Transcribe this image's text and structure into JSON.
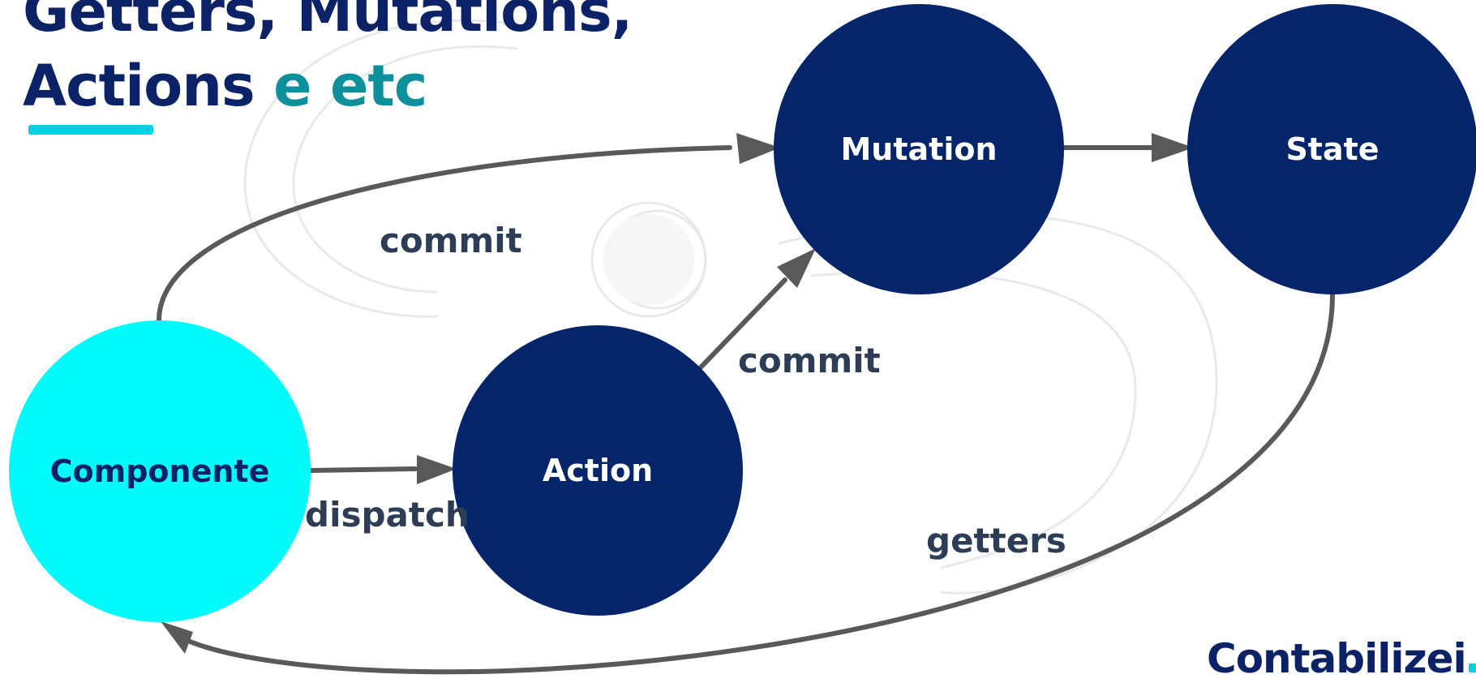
{
  "title": {
    "line1": "Getters, Mutations,",
    "line2_main": "Actions",
    "line2_accent": "e etc"
  },
  "nodes": {
    "mutation": "Mutation",
    "state": "State",
    "action": "Action",
    "componente": "Componente"
  },
  "edges": {
    "commit_top": "commit",
    "commit_action": "commit",
    "dispatch": "dispatch",
    "getters": "getters"
  },
  "logo": {
    "text": "Contabilizei"
  },
  "colors": {
    "navy": "#04256a",
    "cyan_node": "#00fbfb",
    "accent_teal": "#0e8f9c",
    "underline": "#00cfe2",
    "arrow": "#595959"
  }
}
